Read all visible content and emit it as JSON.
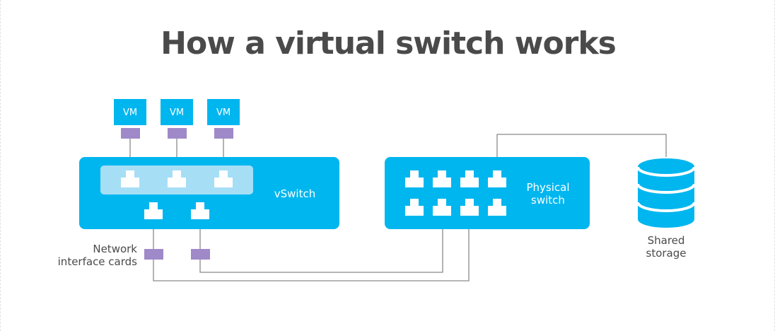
{
  "title": "How a virtual switch works",
  "vms": [
    {
      "label": "VM"
    },
    {
      "label": "VM"
    },
    {
      "label": "VM"
    }
  ],
  "vswitch": {
    "label": "vSwitch"
  },
  "physical_switch": {
    "label_line1": "Physical",
    "label_line2": "switch"
  },
  "nic": {
    "label_line1": "Network",
    "label_line2": "interface cards"
  },
  "storage": {
    "label_line1": "Shared",
    "label_line2": "storage"
  },
  "colors": {
    "switch_blue": "#00b6ef",
    "port_panel": "#a6def6",
    "nic_purple": "#9f89c8",
    "wire": "#8a8a8a",
    "text_dark": "#4a4a4a",
    "text_white": "#ffffff"
  }
}
